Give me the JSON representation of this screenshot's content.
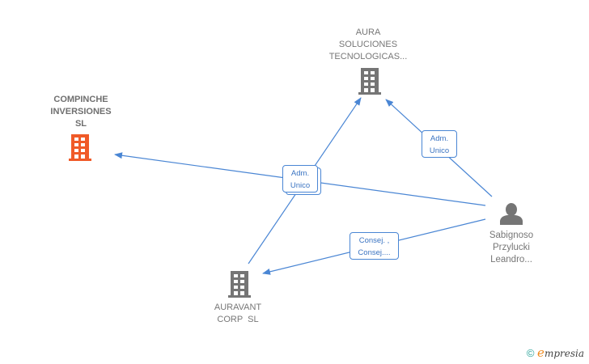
{
  "colors": {
    "edge": "#4a86d4",
    "company": "#757575",
    "highlight": "#f05a28",
    "person": "#757575"
  },
  "nodes": {
    "aura": {
      "label_lines": [
        "AURA",
        "SOLUCIONES",
        "TECNOLOGICAS..."
      ],
      "icon": "building-icon"
    },
    "compinche": {
      "label_lines": [
        "COMPINCHE",
        "INVERSIONES",
        "SL"
      ],
      "icon": "building-icon"
    },
    "auravant": {
      "label_lines": [
        "AURAVANT",
        "CORP  SL"
      ],
      "icon": "building-icon"
    },
    "sabignoso": {
      "label_lines": [
        "Sabignoso",
        "Przylucki",
        "Leandro..."
      ],
      "icon": "person-icon"
    }
  },
  "edges": [
    {
      "from": "sabignoso",
      "to": "compinche",
      "label_lines": [
        "Adm.",
        "Unico"
      ]
    },
    {
      "from": "auravant",
      "to": "aura",
      "label_lines": [
        "Adm.",
        "Unico"
      ]
    },
    {
      "from": "sabignoso",
      "to": "aura",
      "label_lines": [
        "Adm.",
        "Unico"
      ]
    },
    {
      "from": "sabignoso",
      "to": "auravant",
      "label_lines": [
        "Consej. ,",
        "Consej...."
      ]
    }
  ],
  "footer": {
    "copyright": "©",
    "brand_initial": "e",
    "brand_rest": "mpresia"
  }
}
